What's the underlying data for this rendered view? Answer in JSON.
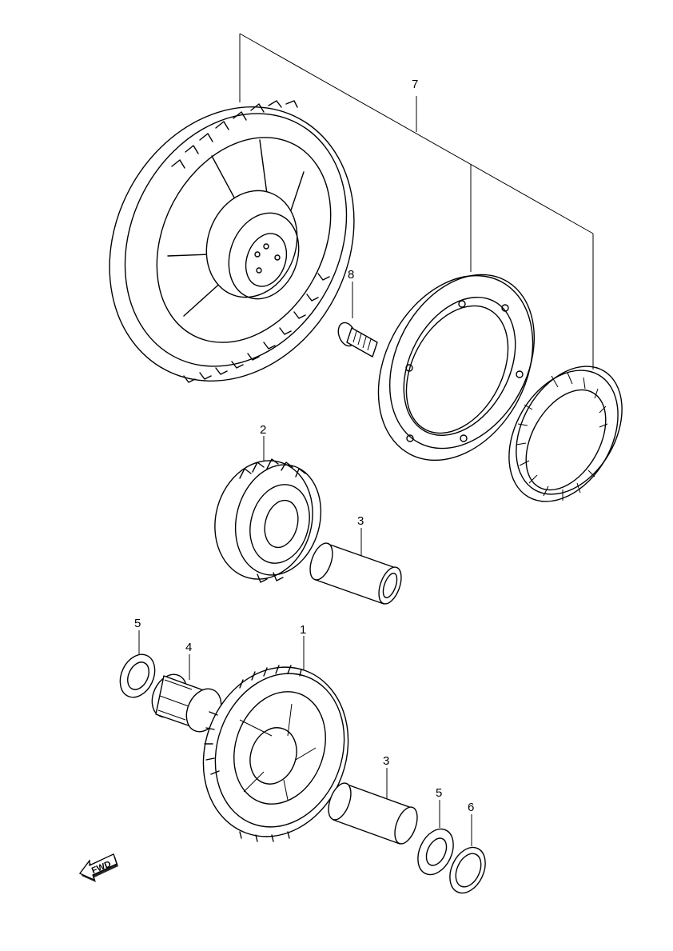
{
  "callouts": {
    "part_1": "1",
    "part_2": "2",
    "part_3a": "3",
    "part_3b": "3",
    "part_4": "4",
    "part_5a": "5",
    "part_5b": "5",
    "part_6": "6",
    "part_7": "7",
    "part_8": "8"
  },
  "direction_indicator": {
    "label": "FWD"
  }
}
